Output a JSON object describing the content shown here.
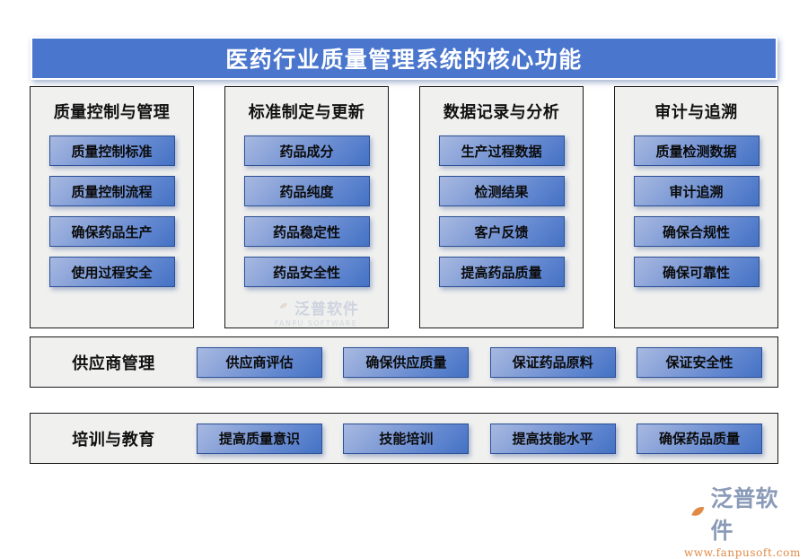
{
  "header": {
    "title": "医药行业质量管理系统的核心功能",
    "bar_color": "#4a76cd",
    "text_color": "#ffffff"
  },
  "columns": [
    {
      "title": "质量控制与管理",
      "items": [
        "质量控制标准",
        "质量控制流程",
        "确保药品生产",
        "使用过程安全"
      ]
    },
    {
      "title": "标准制定与更新",
      "items": [
        "药品成分",
        "药品纯度",
        "药品稳定性",
        "药品安全性"
      ]
    },
    {
      "title": "数据记录与分析",
      "items": [
        "生产过程数据",
        "检测结果",
        "客户反馈",
        "提高药品质量"
      ]
    },
    {
      "title": "审计与追溯",
      "items": [
        "质量检测数据",
        "审计追溯",
        "确保合规性",
        "确保可靠性"
      ]
    }
  ],
  "rows": [
    {
      "label": "供应商管理",
      "items": [
        "供应商评估",
        "确保供应质量",
        "保证药品原料",
        "保证安全性"
      ]
    },
    {
      "label": "培训与教育",
      "items": [
        "提高质量意识",
        "技能培训",
        "提高技能水平",
        "确保药品质量"
      ]
    }
  ],
  "watermark": {
    "cn": "泛普软件",
    "en": "FANPU SOFTWARE"
  },
  "logo": {
    "cn": "泛普软件",
    "url": "www.fanpusoft.com",
    "mark_color": "#8a9bb8",
    "accent_color": "#e08a45"
  },
  "theme": {
    "button_fill_light": "#a8b9e0",
    "button_fill_dark": "#4472c4",
    "button_border": "#2b4f95",
    "panel_bg": "#f0f0ef",
    "panel_border": "#1a1a1a"
  }
}
